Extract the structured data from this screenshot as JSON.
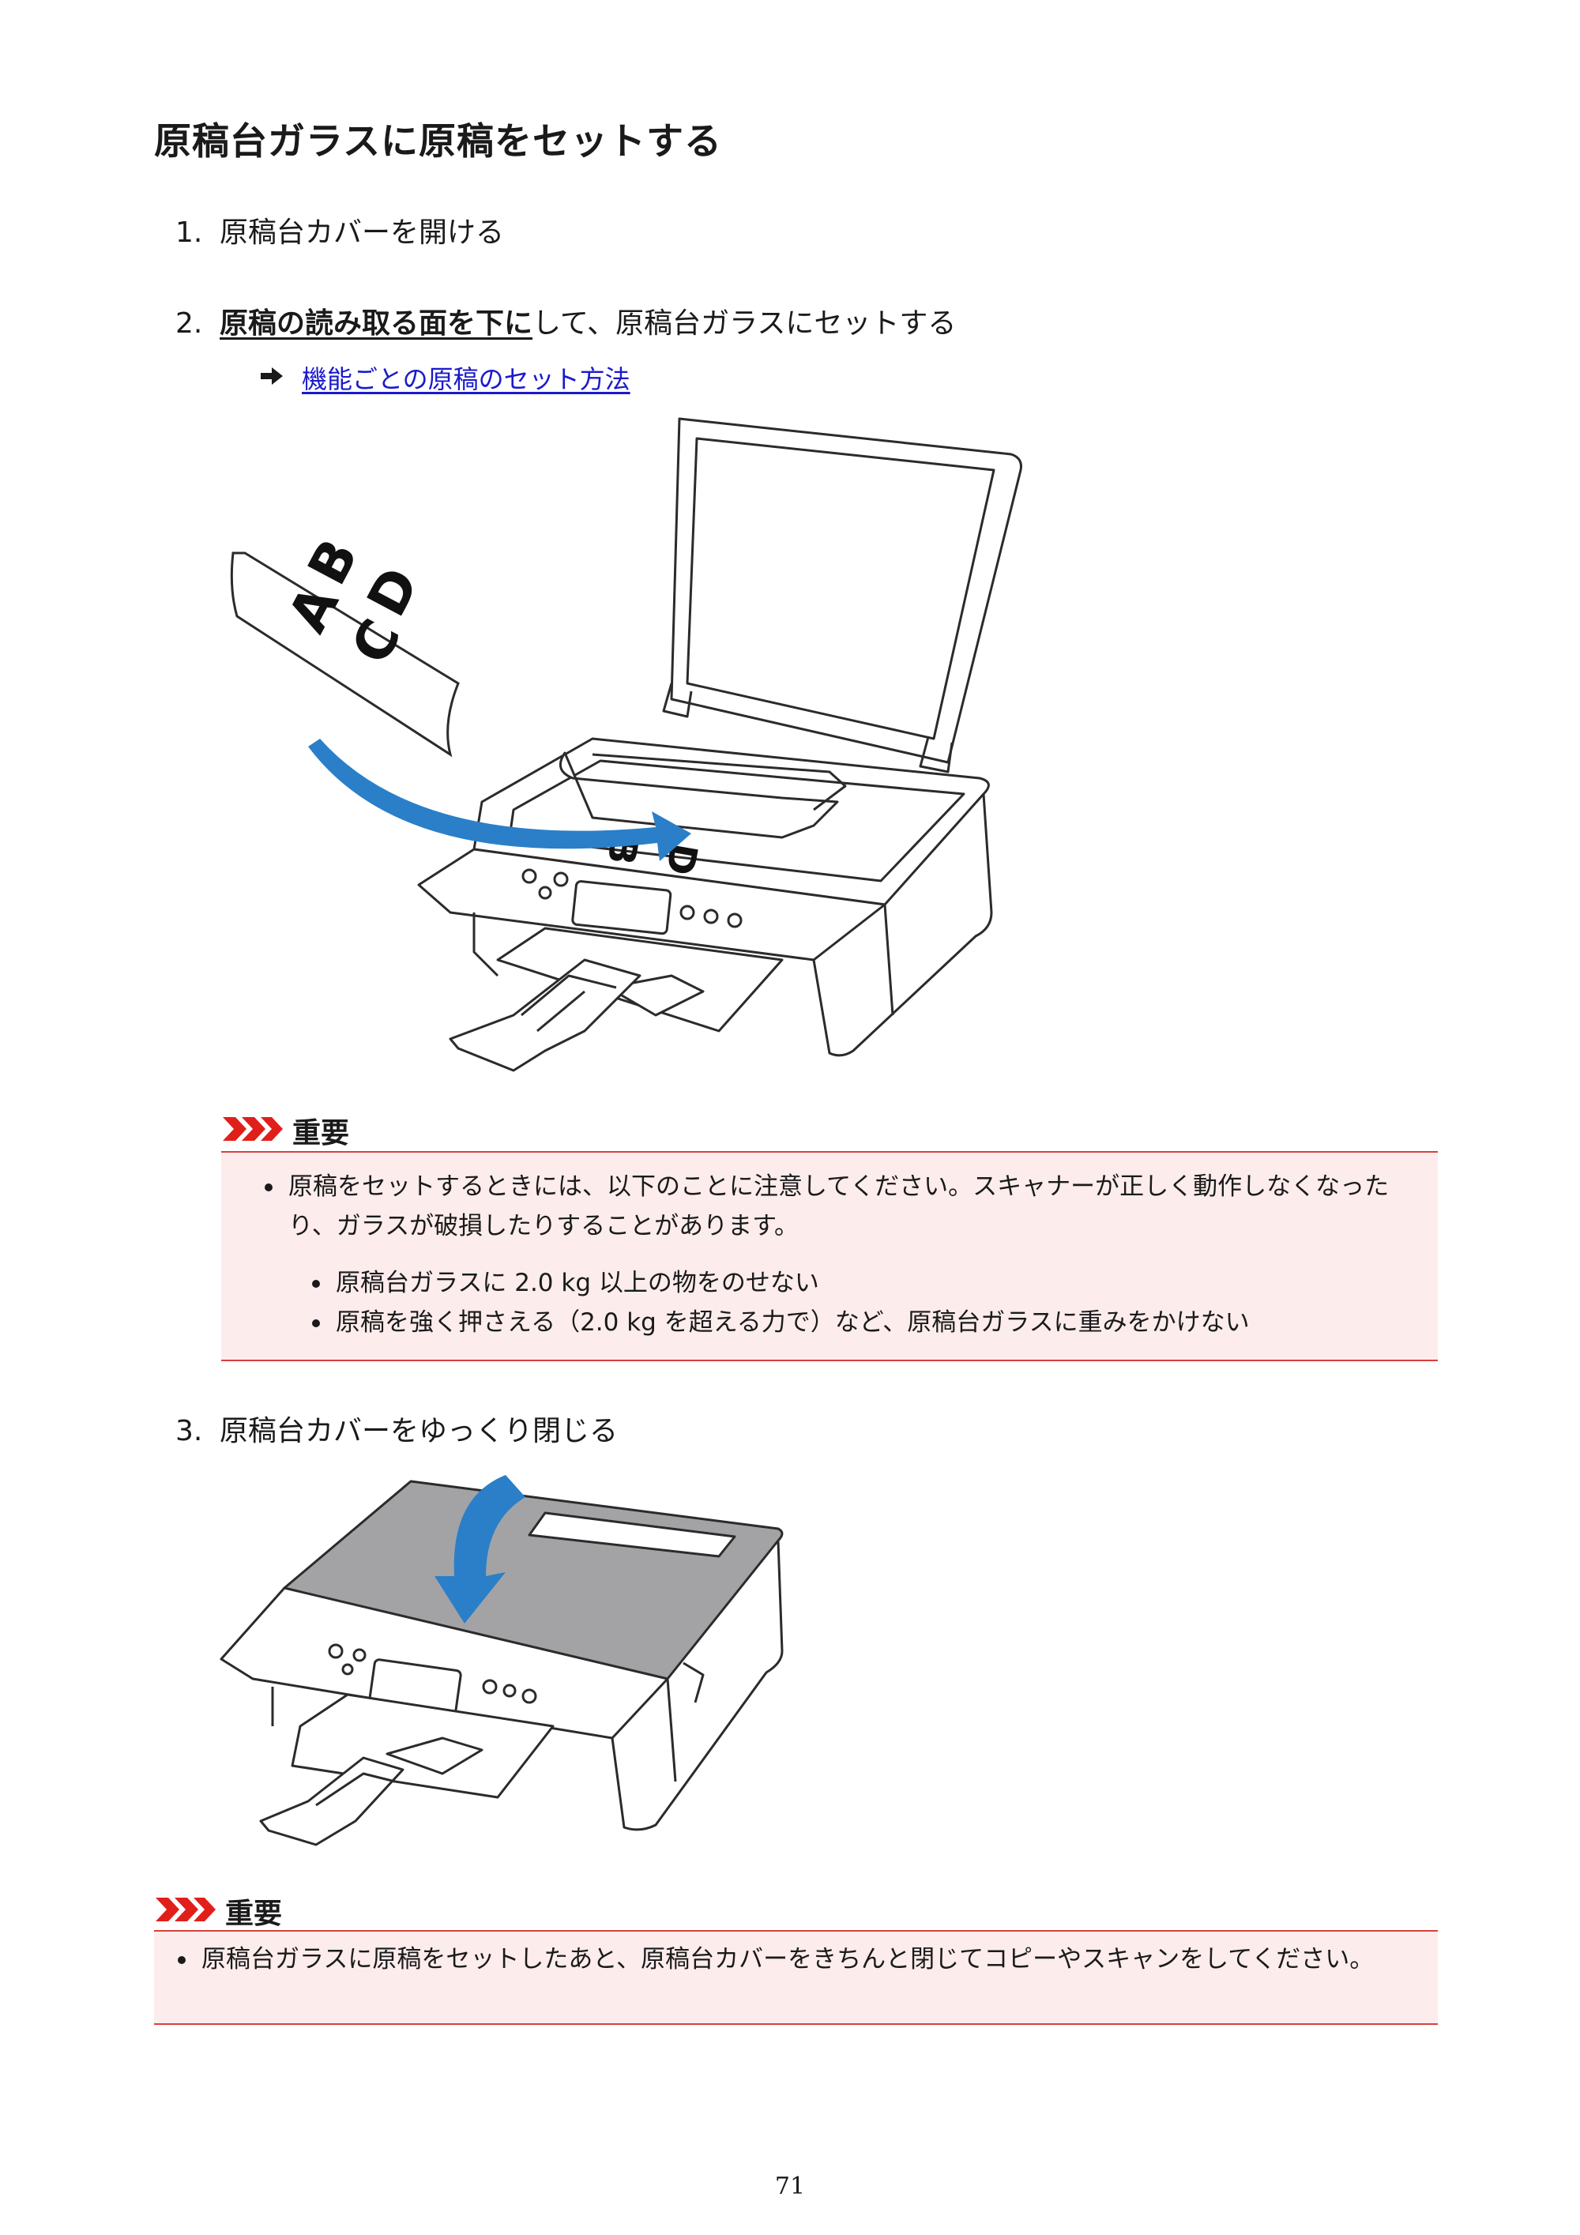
{
  "heading": "原稿台ガラスに原稿をセットする",
  "steps": [
    {
      "number": "1.",
      "text": "原稿台カバーを開ける"
    },
    {
      "number": "2.",
      "bold": "原稿の読み取る面を下に",
      "text": "して、原稿台ガラスにセットする"
    },
    {
      "number": "3.",
      "text": "原稿台カバーをゆっくり閉じる"
    }
  ],
  "link": {
    "text": "機能ごとの原稿のセット方法"
  },
  "illustration_letters": [
    "A",
    "B",
    "C",
    "D"
  ],
  "important1": {
    "label": "重要",
    "bullet": "原稿をセットするときには、以下のことに注意してください。スキャナーが正しく動作しなくなったり、ガラスが破損したりすることがあります。",
    "sub_bullets": [
      "原稿台ガラスに 2.0 kg 以上の物をのせない",
      "原稿を強く押さえる（2.0 kg を超える力で）など、原稿台ガラスに重みをかけない"
    ]
  },
  "important2": {
    "label": "重要",
    "bullet": "原稿台ガラスに原稿をセットしたあと、原稿台カバーをきちんと閉じてコピーやスキャンをしてください。"
  },
  "page_number": "71",
  "colors": {
    "alert_red": "#e01f1b",
    "box_bg": "#fdecec",
    "box_border": "#d8403d",
    "link": "#1a1acc",
    "arrow_blue": "#2a7fc8",
    "cover_gray": "#a3a3a6"
  }
}
